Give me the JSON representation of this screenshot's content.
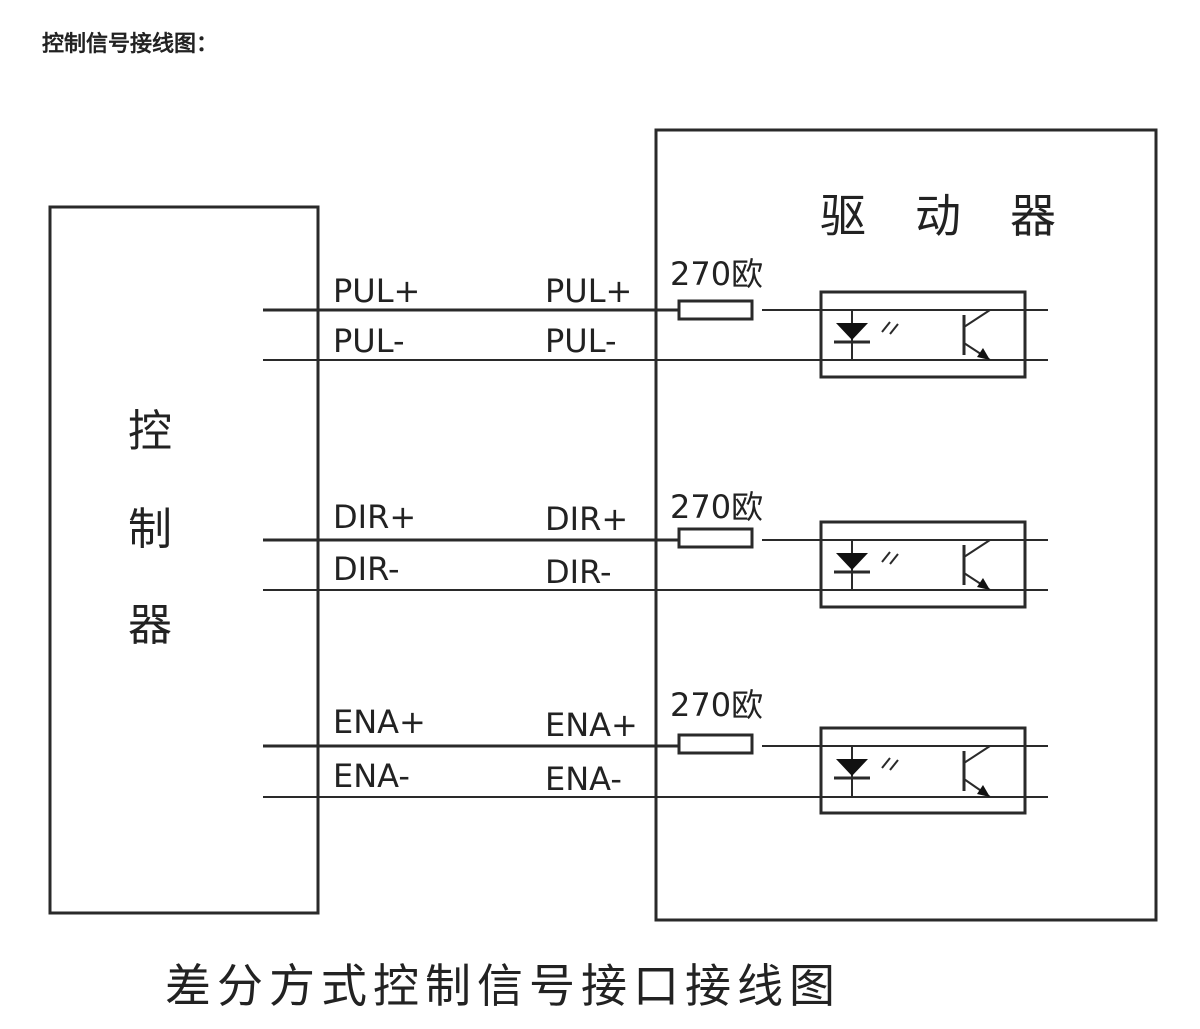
{
  "heading": "控制信号接线图：",
  "controller": {
    "label_chars": [
      "控",
      "制",
      "器"
    ]
  },
  "driver": {
    "label_chars": [
      "驱",
      "动",
      "器"
    ]
  },
  "channels": [
    {
      "plus_left": "PUL+",
      "minus_left": "PUL-",
      "plus_right": "PUL+",
      "minus_right": "PUL-",
      "resistor": "270欧"
    },
    {
      "plus_left": "DIR+",
      "minus_left": "DIR-",
      "plus_right": "DIR+",
      "minus_right": "DIR-",
      "resistor": "270欧"
    },
    {
      "plus_left": "ENA+",
      "minus_left": "ENA-",
      "plus_right": "ENA+",
      "minus_right": "ENA-",
      "resistor": "270欧"
    }
  ],
  "caption": "差分方式控制信号接口接线图",
  "colors": {
    "line": "#2a2a2a",
    "background": "#ffffff"
  }
}
